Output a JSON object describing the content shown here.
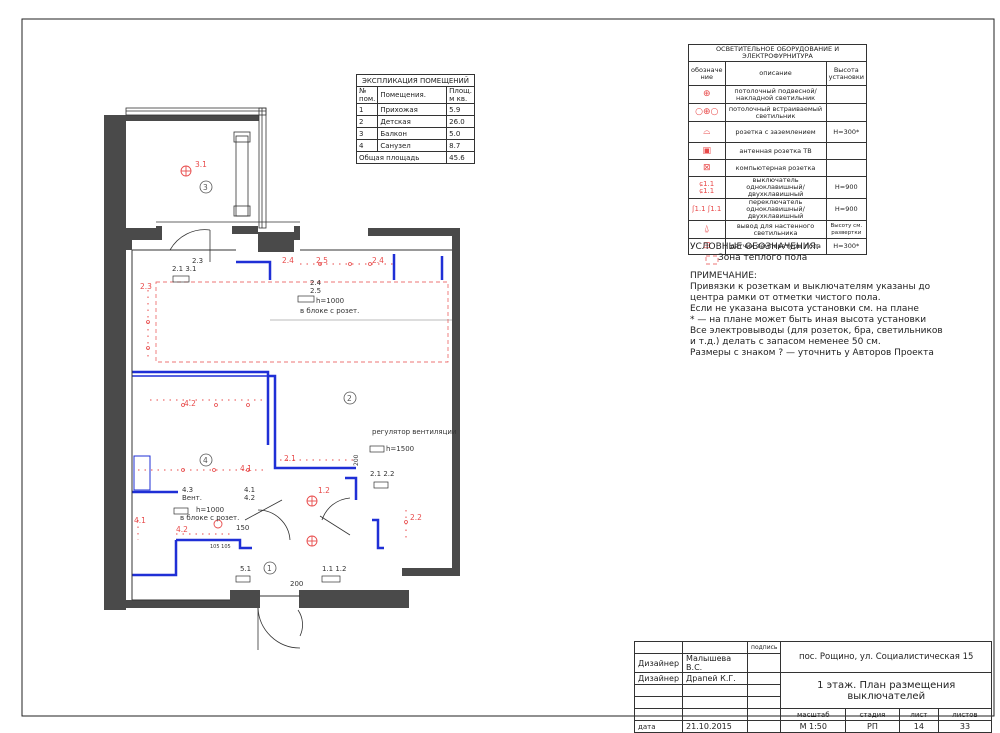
{
  "explication": {
    "title": "ЭКСПЛИКАЦИЯ ПОМЕЩЕНИЙ",
    "col_num": "№ пом.",
    "col_name": "Помещения.",
    "col_area": "Площ. м кв.",
    "rows": [
      {
        "num": "1",
        "name": "Прихожая",
        "area": "5.9"
      },
      {
        "num": "2",
        "name": "Детская",
        "area": "26.0"
      },
      {
        "num": "3",
        "name": "Балкон",
        "area": "5.0"
      },
      {
        "num": "4",
        "name": "Санузел",
        "area": "8.7"
      }
    ],
    "total_label": "Общая площадь",
    "total_value": "45.6"
  },
  "legend": {
    "title": "ОСВЕТИТЕЛЬНОЕ ОБОРУДОВАНИЕ И ЭЛЕКТРОФУРНИТУРА",
    "col_symbol": "обозначе ние",
    "col_desc": "описание",
    "col_height": "Высота установки",
    "rows": [
      {
        "symbol": "⊕",
        "desc": "потолочный подвесной/накладной светильник",
        "height": ""
      },
      {
        "symbol": "○⊕○",
        "desc": "потолочный встраиваемый светильник",
        "height": ""
      },
      {
        "symbol": "⌓",
        "desc": "розетка с заземлением",
        "height": "H=300*"
      },
      {
        "symbol": "▣",
        "desc": "антенная розетка ТВ",
        "height": ""
      },
      {
        "symbol": "⊠",
        "desc": "компьютерная розетка",
        "height": ""
      },
      {
        "symbol": "ɕ1.1 ɕ1.1",
        "desc": "выключатель одноклавишный/двухклавишный",
        "height": "H=900"
      },
      {
        "symbol": "ʃ1.1 ʃ1.1",
        "desc": "переключатель одноклавишный/двухклавишный",
        "height": "H=900"
      },
      {
        "symbol": "⍙",
        "desc": "вывод для настенного светильника",
        "height": "Высоту см. развертки"
      },
      {
        "symbol": "⊟",
        "desc": "датчик температуры пола",
        "height": "H=300*"
      }
    ]
  },
  "notes": {
    "conventions_title": "УСЛОВНЫЕ ОБОЗНАЧЕНИЯ:",
    "warm_floor": "Зона теплого пола",
    "note_title": "ПРИМЕЧАНИЕ:",
    "lines": [
      "Привязки к розеткам и выключателям указаны до",
      "центра рамки от отметки чистого пола.",
      "Если не указана высота установки см. на плане",
      "* — на плане может быть иная высота установки",
      " Все электровыводы (для розеток, бра, светильников",
      " и т.д.) делать с запасом неменее 50 см.",
      "Размеры с знаком ? — уточнить у Авторов Проекта"
    ]
  },
  "plan_labels": {
    "room1": "1",
    "room2": "2",
    "room3": "3",
    "room4": "4",
    "l31": "3.1",
    "l23": "2.3",
    "l21_31": "2.1 3.1",
    "l24": "2.4",
    "l24b": "2.4",
    "l25": "2.5",
    "l24_25_a": "2.4",
    "l24_25_b": "2.5",
    "h1000_a": "h=1000",
    "block_a": "в блоке с розет.",
    "l42": "4.2",
    "l41": "4.1",
    "l21": "2.1",
    "l12": "1.2",
    "l22": "2.2",
    "l22b": "2.1 2.2",
    "regulator": "регулятор вентиляции",
    "h1500": "h=1500",
    "l200": "200",
    "l43": "4.3",
    "vent": "Вент.",
    "h1000_b": "h=1000",
    "block_b": "в блоке с розет.",
    "l41b": "4.1",
    "l42b": "4.2",
    "l41c": "4.1",
    "l42c": "4.2",
    "l150": "150",
    "l51": "5.1",
    "l11_12": "1.1 1.2",
    "l200b": "200",
    "dim105": "105 105"
  },
  "stamp": {
    "signature": "подпись",
    "address": "пос. Рощино, ул. Социалистическая 15",
    "designer1_role": "Дизайнер",
    "designer1_name": "Малышева В.С.",
    "designer2_role": "Дизайнер",
    "designer2_name": "Драпей К.Г.",
    "sheet_title": "1 этаж. План размещения выключателей",
    "h_scale": "масштаб",
    "h_stage": "стадия",
    "h_sheet": "лист",
    "h_sheets": "листов",
    "date_label": "дата",
    "date": "21.10.2015",
    "scale": "М 1:50",
    "stage": "РП",
    "sheet": "14",
    "sheets": "33"
  }
}
